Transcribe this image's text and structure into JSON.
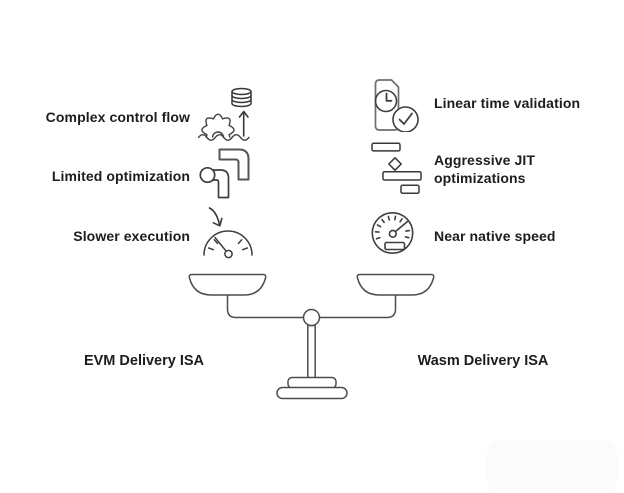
{
  "comparison": {
    "left": {
      "title": "EVM Delivery ISA",
      "items": [
        {
          "label": "Complex control flow",
          "icon": "sinking-gear-storage-icon"
        },
        {
          "label": "Limited optimization",
          "icon": "disconnected-pipes-icon"
        },
        {
          "label": "Slower execution",
          "icon": "low-gauge-down-arrow-icon"
        }
      ]
    },
    "right": {
      "title": "Wasm Delivery ISA",
      "items": [
        {
          "label": "Linear time validation",
          "icon": "document-clock-check-icon"
        },
        {
          "label": "Aggressive JIT optimizations",
          "icon": "flowchart-blocks-icon"
        },
        {
          "label": "Near native speed",
          "icon": "speedometer-icon"
        }
      ]
    },
    "center_icon": "balance-scale"
  },
  "colors": {
    "stroke": "#4a4a4a",
    "text": "#1d1d1d",
    "background": "#ffffff"
  }
}
